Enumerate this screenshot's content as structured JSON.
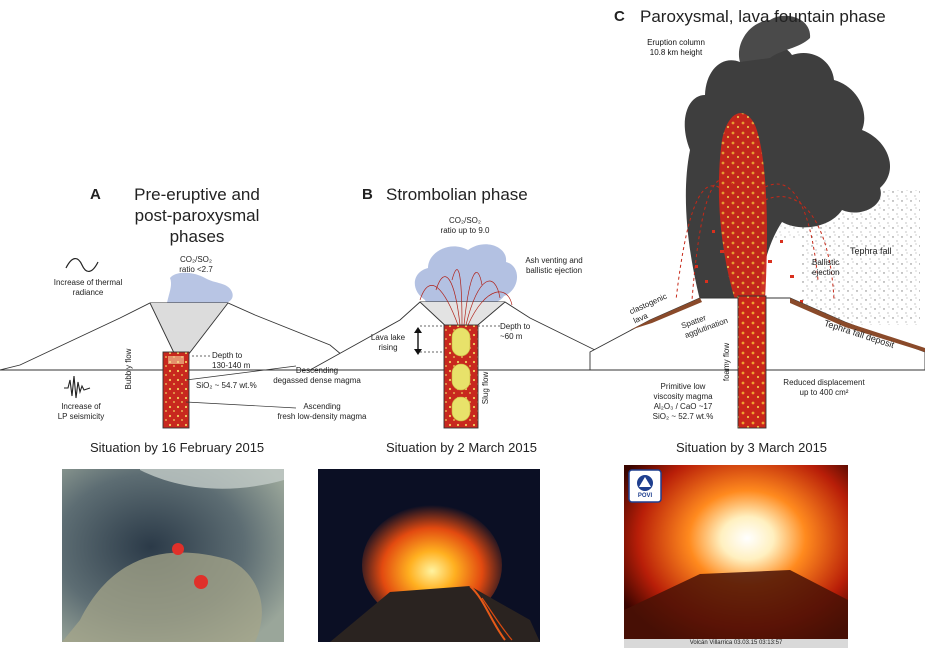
{
  "panel_a": {
    "letter": "A",
    "title_line1": "Pre-eruptive and",
    "title_line2": "post-paroxysmal phases",
    "gas_ratio_line1": "CO₂/SO₂",
    "gas_ratio_line2": "ratio <2.7",
    "thermal_line1": "Increase of thermal",
    "thermal_line2": "radiance",
    "lp_line1": "Increase of",
    "lp_line2": "LP seismicity",
    "depth_line1": "Depth to",
    "depth_line2": "130-140 m",
    "flow_label": "Bubbly flow",
    "sio2": "SiO₂ ~ 54.7 wt.%",
    "descending_line1": "Descending",
    "descending_line2": "degassed dense magma",
    "ascending_line1": "Ascending",
    "ascending_line2": "fresh low-density magma",
    "situation": "Situation by 16 February 2015"
  },
  "panel_b": {
    "letter": "B",
    "title": "Strombolian phase",
    "gas_ratio_line1": "CO₂/SO₂",
    "gas_ratio_line2": "ratio up to 9.0",
    "ash_line1": "Ash venting and",
    "ash_line2": "ballistic ejection",
    "lava_lake_line1": "Lava lake",
    "lava_lake_line2": "rising",
    "depth_line1": "Depth to",
    "depth_line2": "~60 m",
    "flow_label": "Slug flow",
    "situation": "Situation by 2 March 2015"
  },
  "panel_c": {
    "letter": "C",
    "title": "Paroxysmal, lava fountain phase",
    "column_line1": "Eruption column",
    "column_line2": "10.8 km height",
    "tephra_fall": "Tephra fall",
    "ballistic_line1": "Ballistic",
    "ballistic_line2": "ejection",
    "clastogenic_line1": "clastogenic",
    "clastogenic_line2": "lava",
    "spatter_line1": "Spatter",
    "spatter_line2": "agglutination",
    "tephra_deposit": "Tephra fall deposit",
    "flow_label": "foamy flow",
    "primitive_line1": "Primitive low",
    "primitive_line2": "viscosity magma",
    "primitive_line3": "Al₂O₃ / CaO ~17",
    "primitive_line4": "SiO₂ ~ 52.7 wt.%",
    "displacement_line1": "Reduced displacement",
    "displacement_line2": "up to 400 cm²",
    "situation": "Situation by 3 March 2015",
    "webcam_logo_text": "POVI",
    "webcam_caption": "Volcán Villarrica 03.03.15 03:13:57"
  },
  "colors": {
    "magma": "#c8281e",
    "magma_dark": "#8a1a12",
    "bubble": "#e8d774",
    "gas_plume": "#a6b6dd",
    "eruption_column": "#3e3e3e",
    "lava_fountain": "#d62e1e",
    "tephra_deposit": "#8a4a2a"
  }
}
